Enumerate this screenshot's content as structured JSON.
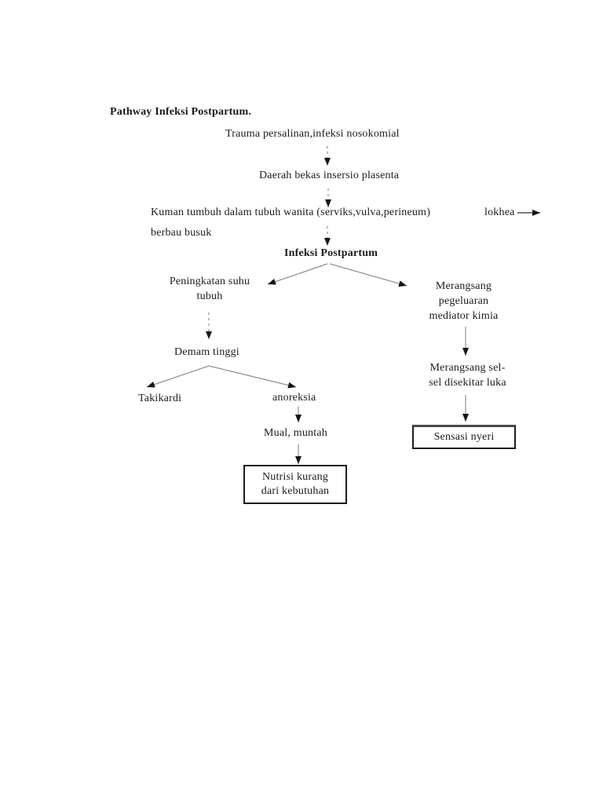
{
  "page": {
    "title": "Pathway Infeksi Postpartum."
  },
  "flow": {
    "trauma": "Trauma persalinan,infeksi nosokomial",
    "daerah": "Daerah bekas insersio plasenta",
    "kuman": "Kuman tumbuh dalam tubuh wanita  (serviks,vulva,perineum)",
    "lokhea": "lokhea",
    "berbau": "berbau busuk",
    "infeksi": "Infeksi Postpartum",
    "peningkatan": {
      "lines": [
        "Peningkatan suhu",
        "tubuh"
      ]
    },
    "merangsang_mediator": {
      "lines": [
        "Merangsang",
        "pegeluaran",
        "mediator kimia"
      ]
    },
    "demam": "Demam tinggi",
    "takikardi": "Takikardi",
    "anoreksia": "anoreksia",
    "merangsang_sel": {
      "lines": [
        "Merangsang sel-",
        "sel disekitar luka"
      ]
    },
    "mual": "Mual, muntah",
    "nutrisi": {
      "lines": [
        "Nutrisi kurang",
        "dari kebutuhan"
      ]
    },
    "sensasi": "Sensasi nyeri"
  },
  "colors": {
    "text": "#1b1b1b",
    "connector_line": "#8f8f8f",
    "dark_line": "#2a2a2a",
    "arrowhead": "#151515",
    "box_border": "#1c1c1c",
    "background": "#ffffff"
  }
}
